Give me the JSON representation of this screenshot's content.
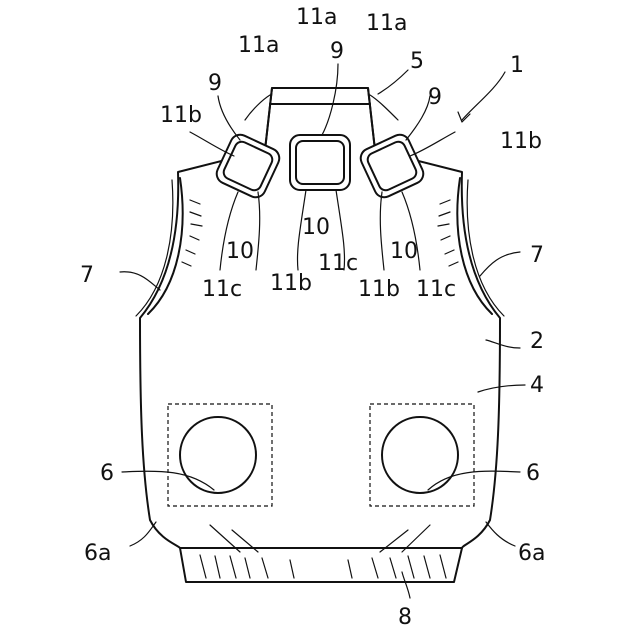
{
  "figure": {
    "labels": {
      "l1": "1",
      "l2": "2",
      "l4": "4",
      "l5": "5",
      "l6_left": "6",
      "l6_right": "6",
      "l6a_left": "6a",
      "l6a_right": "6a",
      "l7_left": "7",
      "l7_right": "7",
      "l8": "8",
      "l9_left": "9",
      "l9_center": "9",
      "l9_right": "9",
      "l10_left": "10",
      "l10_center": "10",
      "l10_right": "10",
      "l11a_left": "11a",
      "l11a_center": "11a",
      "l11a_right": "11a",
      "l11b_left": "11b",
      "l11b_right": "11b",
      "l11b_midleft": "11b",
      "l11b_midright": "11b",
      "l11c_left": "11c",
      "l11c_center": "11c",
      "l11c_right": "11c"
    }
  }
}
